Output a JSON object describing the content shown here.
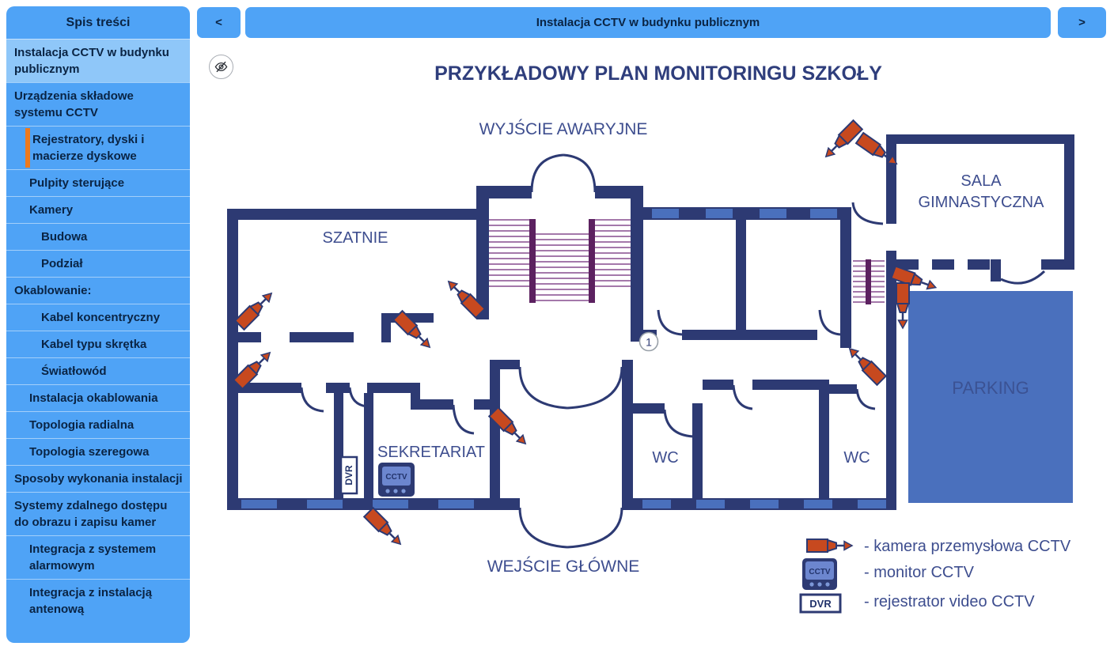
{
  "sidebar": {
    "title": "Spis treści",
    "items": [
      {
        "label": "Instalacja CCTV w budynku publicznym"
      },
      {
        "label": "Urządzenia składowe systemu CCTV"
      },
      {
        "label": "Rejestratory, dyski i macierze dyskowe"
      },
      {
        "label": "Pulpity sterujące"
      },
      {
        "label": "Kamery"
      },
      {
        "label": "Budowa"
      },
      {
        "label": "Podział"
      },
      {
        "label": "Okablowanie:"
      },
      {
        "label": "Kabel koncentryczny"
      },
      {
        "label": "Kabel typu skrętka"
      },
      {
        "label": "Światłowód"
      },
      {
        "label": "Instalacja okablowania"
      },
      {
        "label": "Topologia radialna"
      },
      {
        "label": "Topologia szeregowa"
      },
      {
        "label": "Sposoby wykonania instalacji"
      },
      {
        "label": "Systemy zdalnego dostępu do obrazu i zapisu kamer"
      },
      {
        "label": "Integracja z systemem alarmowym"
      },
      {
        "label": "Integracja z instalacją antenową"
      }
    ]
  },
  "topbar": {
    "prev": "<",
    "next": ">",
    "title": "Instalacja CCTV w budynku publicznym"
  },
  "plan": {
    "title": "PRZYKŁADOWY PLAN MONITORINGU SZKOŁY",
    "labels": {
      "emergency_exit": "WYJŚCIE AWARYJNE",
      "cloakroom": "SZATNIE",
      "secretariat": "SEKRETARIAT",
      "wc_left": "WC",
      "wc_right": "WC",
      "gym_line1": "SALA",
      "gym_line2": "GIMNASTYCZNA",
      "parking": "PARKING",
      "main_entrance": "WEJŚCIE GŁÓWNE",
      "marker_1": "1",
      "monitor": "CCTV",
      "dvr": "DVR"
    },
    "legend": [
      {
        "icon": "cctv-camera-icon",
        "label": "- kamera przemysłowa CCTV"
      },
      {
        "icon": "cctv-monitor-icon",
        "label": "- monitor CCTV",
        "screen_text": "CCTV"
      },
      {
        "icon": "dvr-recorder-icon",
        "label": "- rejestrator video CCTV",
        "box_text": "DVR"
      }
    ],
    "colors": {
      "wall_navy": "#2d3a73",
      "accent_steel_blue": "#4a70bd",
      "camera_orange": "#c7491f",
      "stairs_purple": "#a478aa",
      "stairs_rail": "#5c2160",
      "panel_blue": "#4fa3f6",
      "selected_blue": "#8fc7f9",
      "marker_orange": "#ee7a1d"
    }
  }
}
